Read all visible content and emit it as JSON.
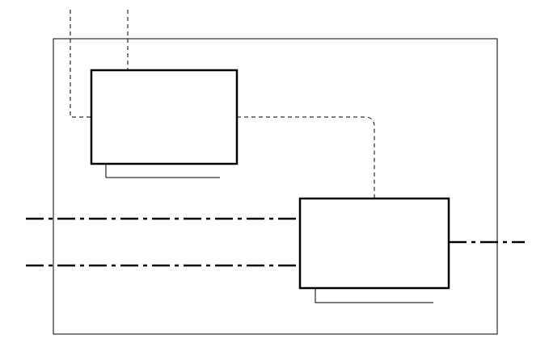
{
  "diagram": {
    "stroke_color": "#000000",
    "background_color": "#ffffff",
    "frame": {},
    "blocks": [
      {
        "id": "block-1"
      },
      {
        "id": "block-2"
      }
    ],
    "connectors": {
      "dashed": [
        "dashed-connector-top-left",
        "dashed-connector-top",
        "dashed-connector-between-blocks"
      ],
      "dash_dot": [
        "dash-dot-line-upper-left",
        "dash-dot-line-lower-left",
        "dash-dot-line-right"
      ]
    }
  }
}
